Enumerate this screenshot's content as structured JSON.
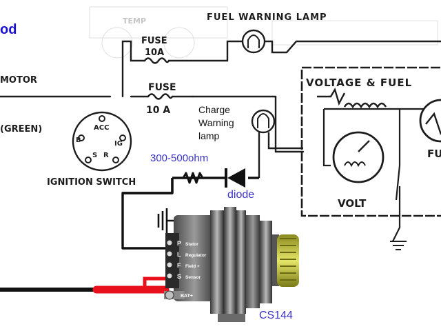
{
  "diagram": {
    "corner_label": "od",
    "motor_label": "MOTOR",
    "green_label": "(GREEN)",
    "fuel_warning_lamp": "FUEL WARNING LAMP",
    "fuse_top": [
      "FUSE",
      "10A"
    ],
    "fuse_bottom": [
      "FUSE",
      "10 A"
    ],
    "ignition_switch": {
      "title": "IGNITION SWITCH",
      "terminals": [
        "ACC",
        "B",
        "IG",
        "S",
        "R"
      ]
    },
    "voltage_fuel": "VOLTAGE & FUEL",
    "volt_label": "VOLT",
    "fu_label": "FU",
    "faint_temp": "TEMP",
    "charge_lamp": [
      "Charge",
      "Warning",
      "lamp"
    ],
    "resistor_label": "300-500ohm",
    "diode_label": "diode",
    "alternator": {
      "model": "CS144",
      "terminals": [
        {
          "letter": "P",
          "name": "Stator"
        },
        {
          "letter": "L",
          "name": "Regulator"
        },
        {
          "letter": "F",
          "name": "Field +"
        },
        {
          "letter": "S",
          "name": "Sensor"
        }
      ],
      "bat_label": "BAT+"
    },
    "colors": {
      "ink": "#1c1c1c",
      "annotation_blue": "#3a32c8",
      "corner_blue": "#1a10d8",
      "battery_wire": "#e8101a",
      "alternator_body": "#7a7a7a",
      "pulley": "#c8c83a"
    }
  }
}
